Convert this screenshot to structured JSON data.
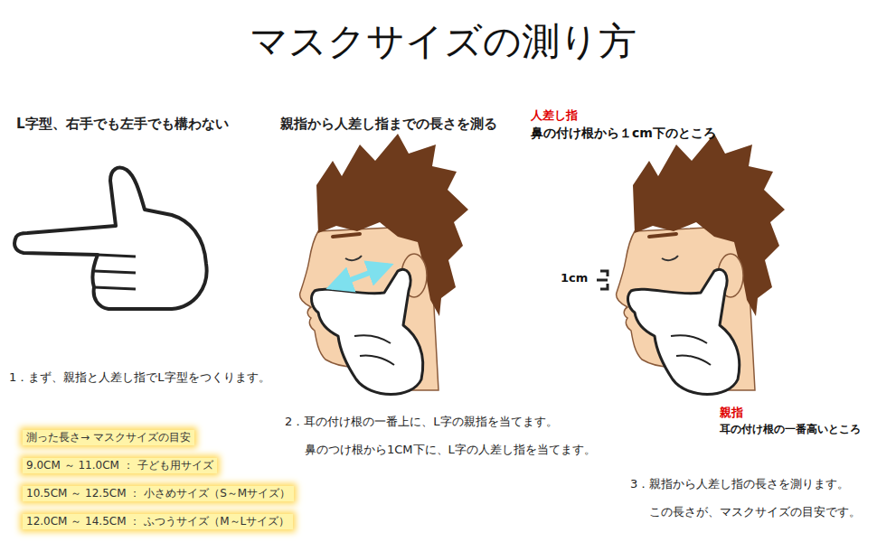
{
  "diagram": {
    "title": "マスクサイズの測り方",
    "labels": [
      "L字型、右手でも左手でも構わない",
      "1．まず、親指と人差し指でL字型をつくります。",
      "測った長さ→ マスクサイズの目安",
      "9.0CM ～ 11.0CM ： 子ども用サイズ",
      "10.5CM ～ 12.5CM ： 小さめサイズ（S～Mサイズ）",
      "12.0CM ～ 14.5CM ： ふつうサイズ（M～Lサイズ）",
      "親指から人差し指までの長さを測る",
      "2．耳の付け根の一番上に、L字の親指を当てます。",
      "鼻のつけ根から1CM下に、L字の人差し指を当てます。",
      "人差し指",
      "鼻の付け根から１cm下のところ",
      "1cm",
      "親指",
      "耳の付け根の一番高いところ",
      "3．親指から人差し指の長さを測ります。",
      "この長さが、マスクサイズの目安です。"
    ]
  }
}
